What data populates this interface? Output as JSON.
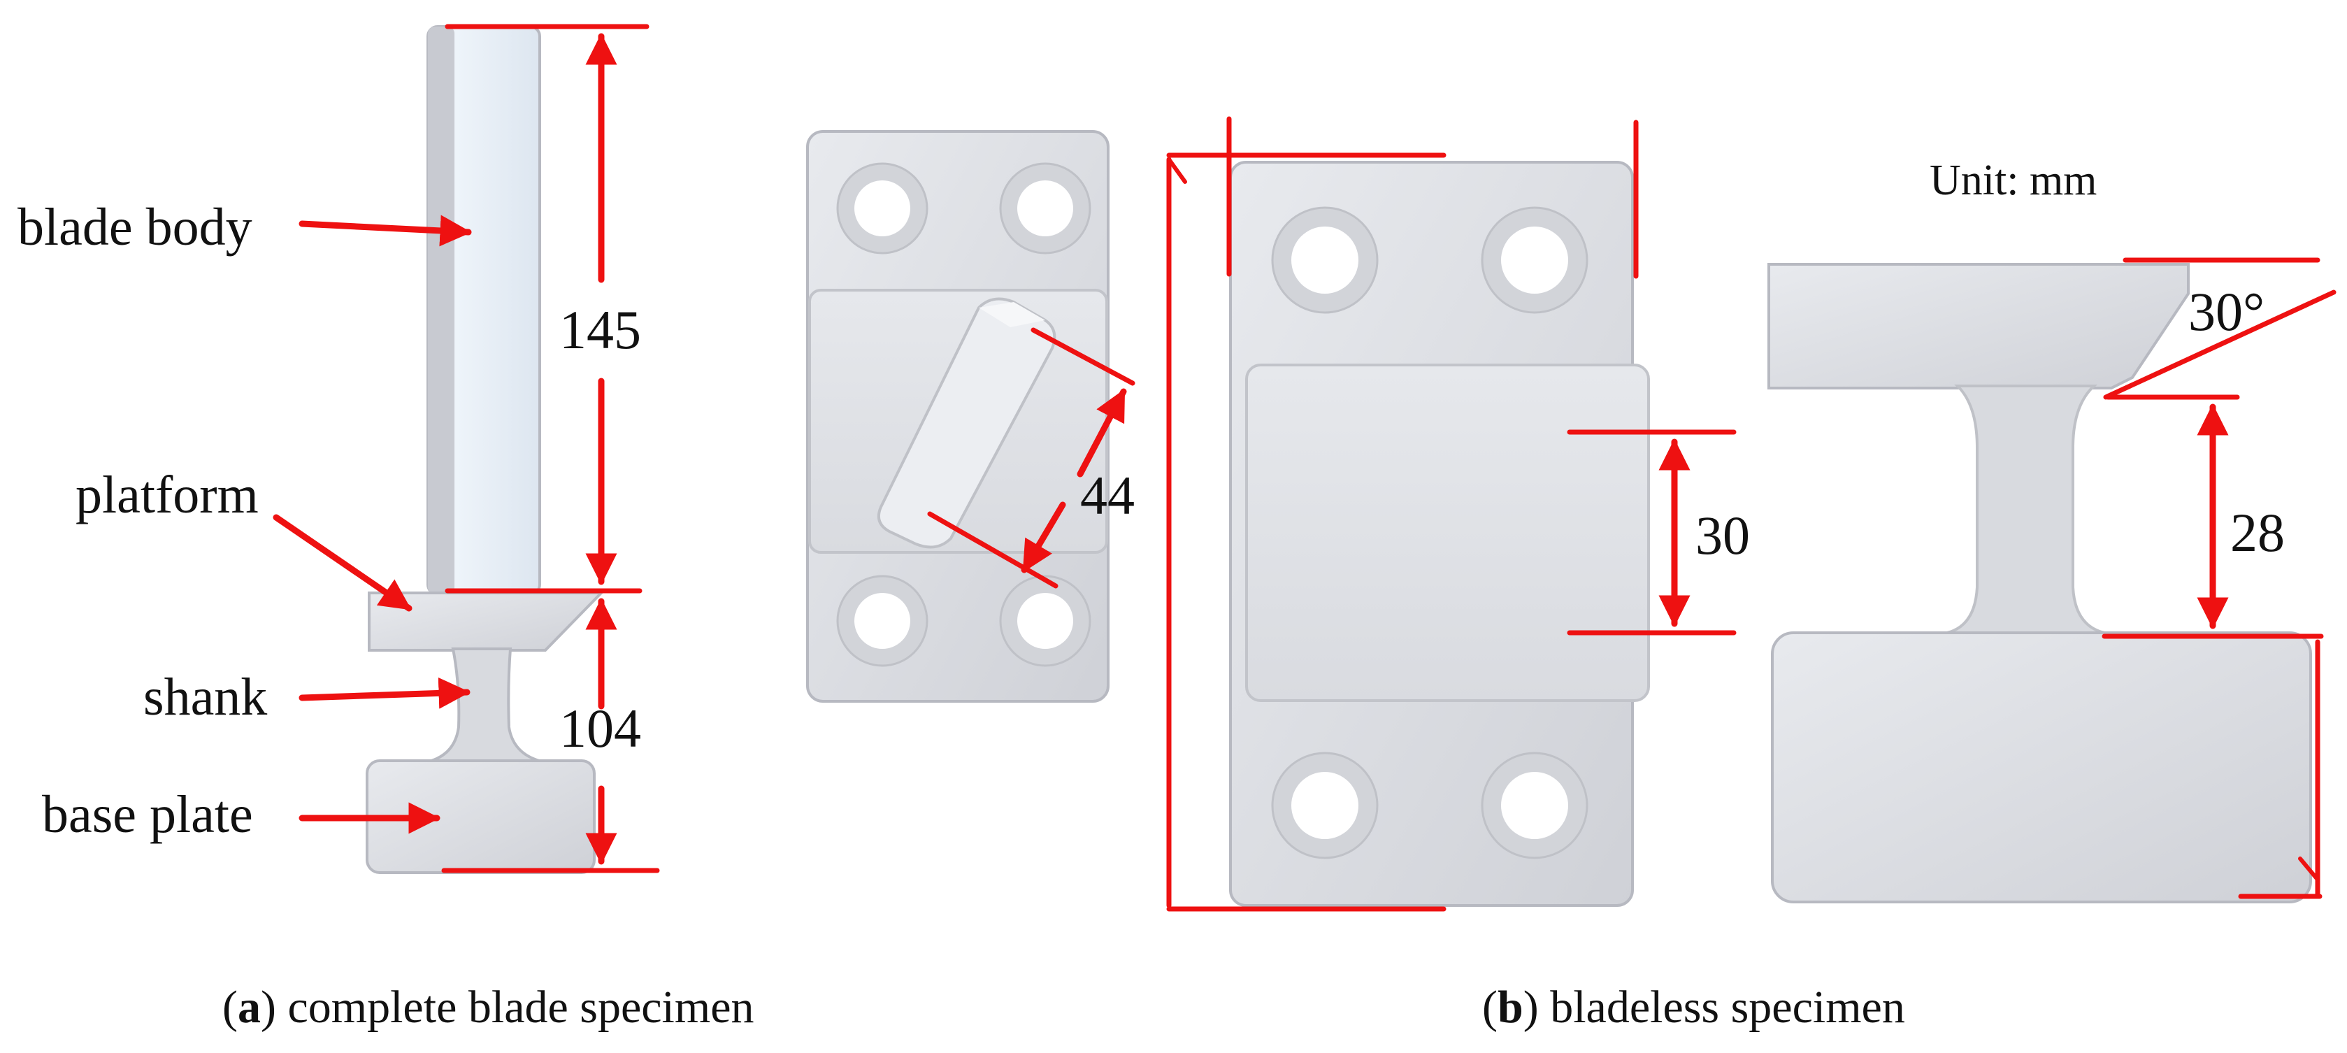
{
  "labels": {
    "blade_body": "blade body",
    "platform": "platform",
    "shank": "shank",
    "base_plate": "base plate"
  },
  "dimensions": {
    "d145": "145",
    "d104": "104",
    "d44": "44",
    "d30": "30",
    "d28": "28",
    "angle": "30°"
  },
  "unit": "Unit: mm",
  "captions": {
    "a_letter": "a",
    "a_text": "complete blade specimen",
    "b_letter": "b",
    "b_text": "bladeless specimen"
  },
  "colors": {
    "dimension_lines": "#ee1111",
    "part_body": "#d6d8de",
    "part_edge": "#b7b9c1",
    "hole": "#ffffff"
  }
}
